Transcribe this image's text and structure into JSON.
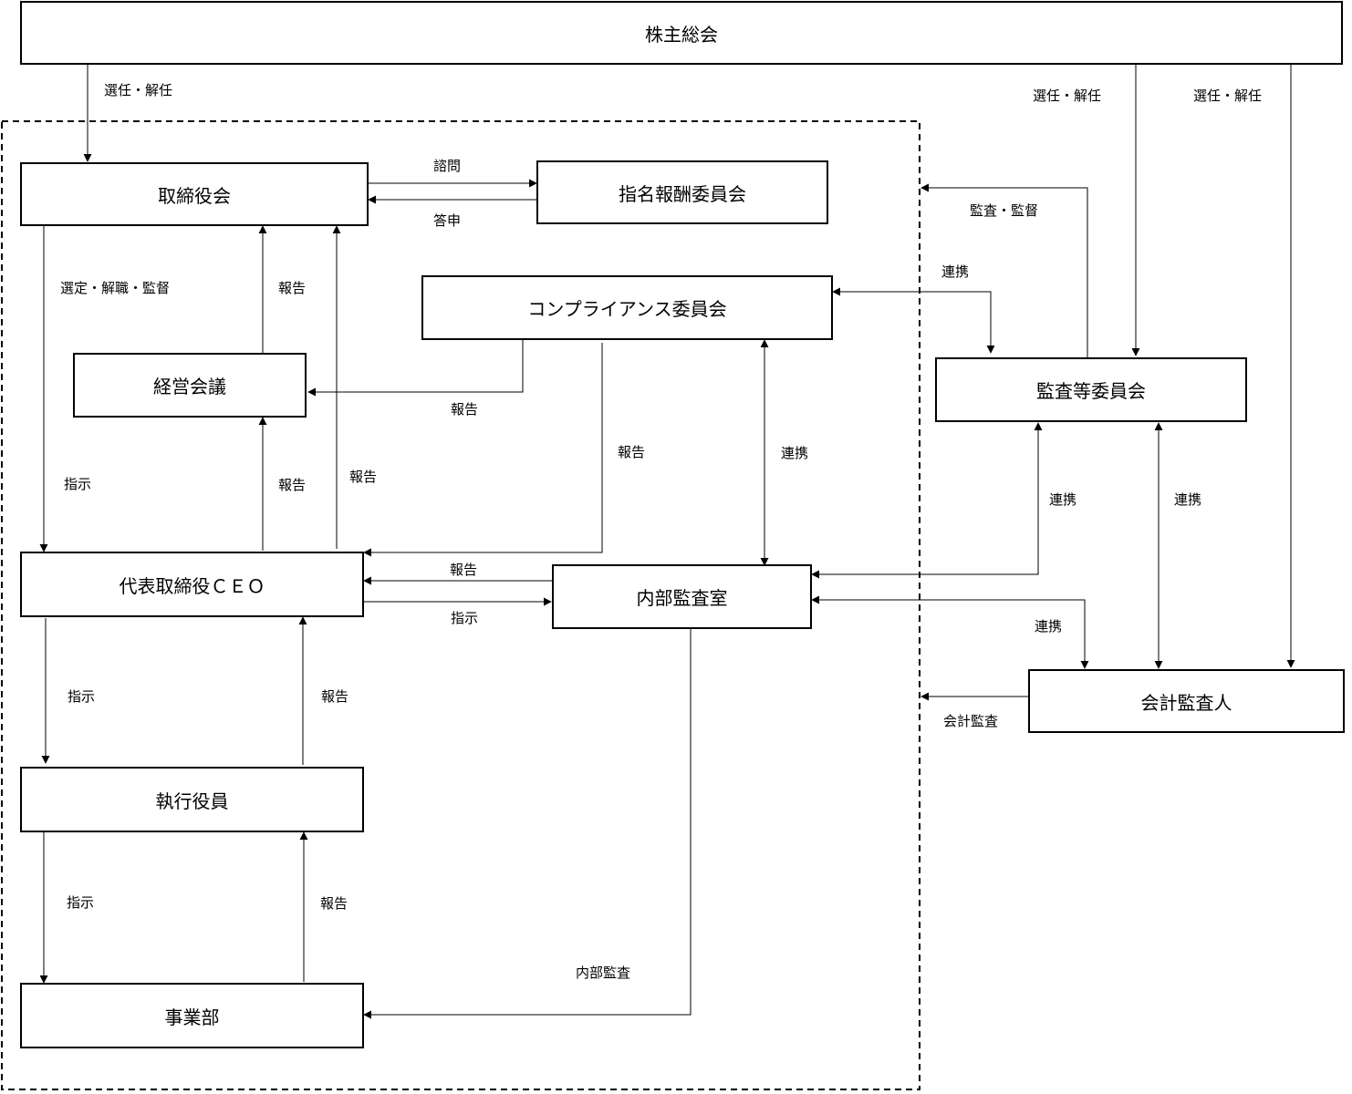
{
  "boxes": {
    "shareholders": "株主総会",
    "board": "取締役会",
    "nomination_committee": "指名報酬委員会",
    "compliance_committee": "コンプライアンス委員会",
    "management_meeting": "経営会議",
    "audit_committee": "監査等委員会",
    "ceo": "代表取締役ＣＥＯ",
    "internal_audit": "内部監査室",
    "accounting_auditor": "会計監査人",
    "executive_officers": "執行役員",
    "business_division": "事業部"
  },
  "labels": {
    "elect_dismiss_1": "選任・解任",
    "elect_dismiss_2": "選任・解任",
    "elect_dismiss_3": "選任・解任",
    "consult": "諮問",
    "reply": "答申",
    "select_supervise": "選定・解職・監督",
    "report_board_from_mgmt": "報告",
    "audit_supervise": "監査・監督",
    "cooperate_compliance_audit": "連携",
    "report_compliance_mgmt": "報告",
    "report_compliance_ceo": "報告",
    "cooperate_compliance_internal": "連携",
    "instruct_board_ceo": "指示",
    "report_ceo_mgmt": "報告",
    "report_ceo_board": "報告",
    "cooperate_audit_internal": "連携",
    "cooperate_audit_accounting": "連携",
    "report_internal_ceo": "報告",
    "instruct_ceo_internal": "指示",
    "cooperate_internal_accounting": "連携",
    "instruct_ceo_exec": "指示",
    "report_exec_ceo": "報告",
    "accounting_audit": "会計監査",
    "instruct_exec_business": "指示",
    "report_business_exec": "報告",
    "internal_audit_label": "内部監査"
  }
}
